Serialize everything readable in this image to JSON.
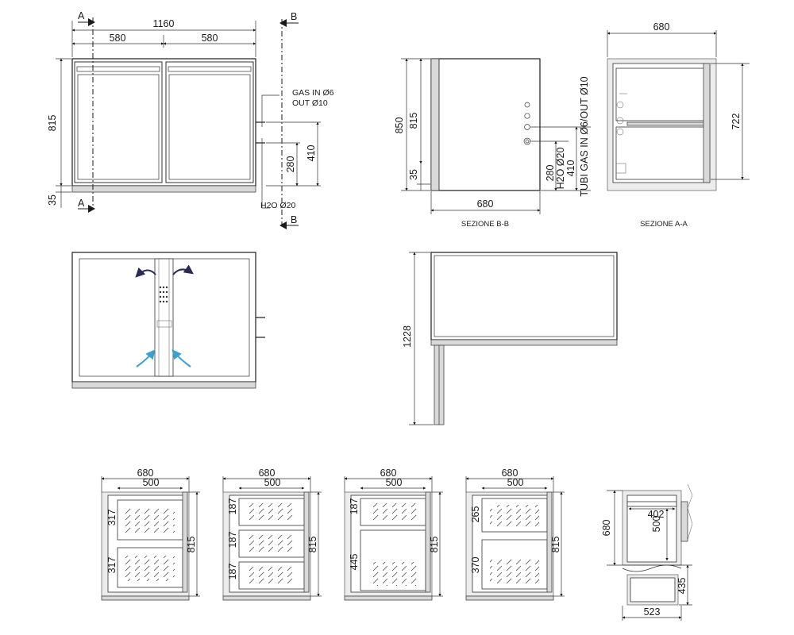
{
  "front_view": {
    "overall_width": "1160",
    "half_left": "580",
    "half_right": "580",
    "height": "815",
    "plinth": "35",
    "dim_280": "280",
    "dim_410": "410",
    "gas_in": "GAS IN Ø6",
    "gas_out": "OUT Ø10",
    "h2o": "H2O Ø20",
    "section_a": "A",
    "section_b": "B"
  },
  "side_section_bb": {
    "caption": "SEZIONE B-B",
    "height_total": "850",
    "height_body": "815",
    "plinth": "35",
    "depth": "680",
    "dim_280": "280",
    "h2o": "H2O Ø20",
    "dim_410": "410",
    "tubi": "TUBI GAS IN Ø6/OUT Ø10"
  },
  "section_aa": {
    "caption": "SEZIONE A-A",
    "depth": "680",
    "height": "722"
  },
  "side_open": {
    "open_height": "1228"
  },
  "drawer_configs": [
    {
      "name": "config-1",
      "depth": "680",
      "inner": "500",
      "height": "815",
      "d1": "317",
      "d2": "317"
    },
    {
      "name": "config-2",
      "depth": "680",
      "inner": "500",
      "height": "815",
      "d1": "187",
      "d2": "187",
      "d3": "187"
    },
    {
      "name": "config-3",
      "depth": "680",
      "inner": "500",
      "height": "815",
      "d1": "187",
      "d2": "445"
    },
    {
      "name": "config-4",
      "depth": "680",
      "inner": "500",
      "height": "815",
      "d1": "265",
      "d2": "370"
    }
  ],
  "drawer_detail": {
    "depth": "680",
    "width_402": "402",
    "depth_500": "500",
    "height_435": "435",
    "bottom_523": "523"
  },
  "colors": {
    "line": "#1a1a1a",
    "panel": "#d9d9d9",
    "airflow": "#2a2a55",
    "airflow_in": "#3aa0d0"
  }
}
